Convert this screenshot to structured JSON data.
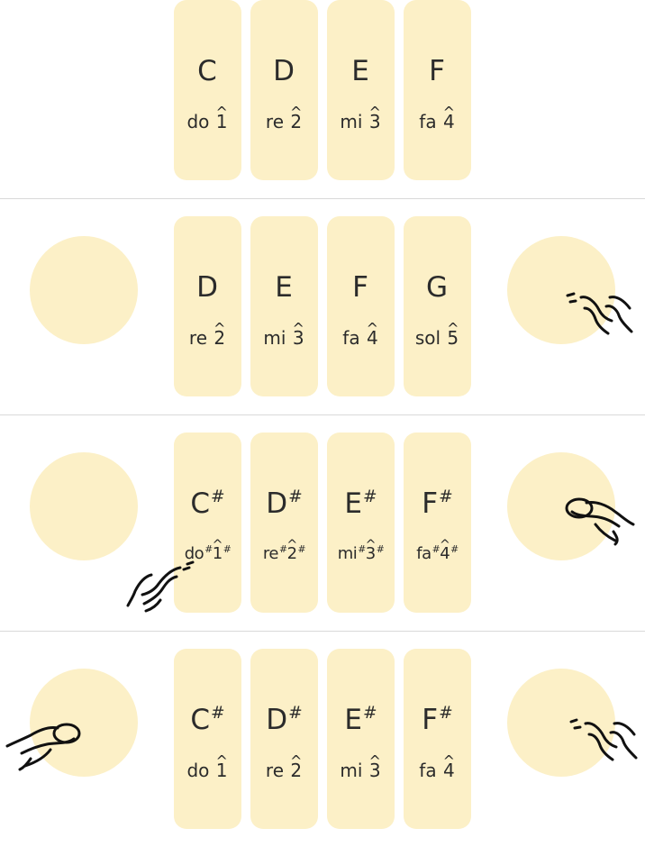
{
  "rows": [
    {
      "keys": [
        {
          "note": "C",
          "sharp": "",
          "syll": "do",
          "syll_sharp": "",
          "deg": "1",
          "deg_sharp": ""
        },
        {
          "note": "D",
          "sharp": "",
          "syll": "re",
          "syll_sharp": "",
          "deg": "2",
          "deg_sharp": ""
        },
        {
          "note": "E",
          "sharp": "",
          "syll": "mi",
          "syll_sharp": "",
          "deg": "3",
          "deg_sharp": ""
        },
        {
          "note": "F",
          "sharp": "",
          "syll": "fa",
          "syll_sharp": "",
          "deg": "4",
          "deg_sharp": ""
        }
      ]
    },
    {
      "keys": [
        {
          "note": "D",
          "sharp": "",
          "syll": "re",
          "syll_sharp": "",
          "deg": "2",
          "deg_sharp": ""
        },
        {
          "note": "E",
          "sharp": "",
          "syll": "mi",
          "syll_sharp": "",
          "deg": "3",
          "deg_sharp": ""
        },
        {
          "note": "F",
          "sharp": "",
          "syll": "fa",
          "syll_sharp": "",
          "deg": "4",
          "deg_sharp": ""
        },
        {
          "note": "G",
          "sharp": "",
          "syll": "sol",
          "syll_sharp": "",
          "deg": "5",
          "deg_sharp": ""
        }
      ]
    },
    {
      "keys": [
        {
          "note": "C",
          "sharp": "#",
          "syll": "do",
          "syll_sharp": "#",
          "deg": "1",
          "deg_sharp": "#"
        },
        {
          "note": "D",
          "sharp": "#",
          "syll": "re",
          "syll_sharp": "#",
          "deg": "2",
          "deg_sharp": "#"
        },
        {
          "note": "E",
          "sharp": "#",
          "syll": "mi",
          "syll_sharp": "#",
          "deg": "3",
          "deg_sharp": "#"
        },
        {
          "note": "F",
          "sharp": "#",
          "syll": "fa",
          "syll_sharp": "#",
          "deg": "4",
          "deg_sharp": "#"
        }
      ]
    },
    {
      "keys": [
        {
          "note": "C",
          "sharp": "#",
          "syll": "do",
          "syll_sharp": "",
          "deg": "1",
          "deg_sharp": ""
        },
        {
          "note": "D",
          "sharp": "#",
          "syll": "re",
          "syll_sharp": "",
          "deg": "2",
          "deg_sharp": ""
        },
        {
          "note": "E",
          "sharp": "#",
          "syll": "mi",
          "syll_sharp": "",
          "deg": "3",
          "deg_sharp": ""
        },
        {
          "note": "F",
          "sharp": "#",
          "syll": "fa",
          "syll_sharp": "",
          "deg": "4",
          "deg_sharp": ""
        }
      ]
    }
  ],
  "colors": {
    "key_fill": "#fcf0c7",
    "divider": "#d9d9d9",
    "text": "#2b2b2b"
  },
  "icons": {
    "row2_right": "swipe-hand-icon",
    "row3_left": "swipe-hand-icon",
    "row3_right": "press-hand-icon",
    "row4_left": "press-hand-icon",
    "row4_right": "swipe-hand-icon"
  }
}
